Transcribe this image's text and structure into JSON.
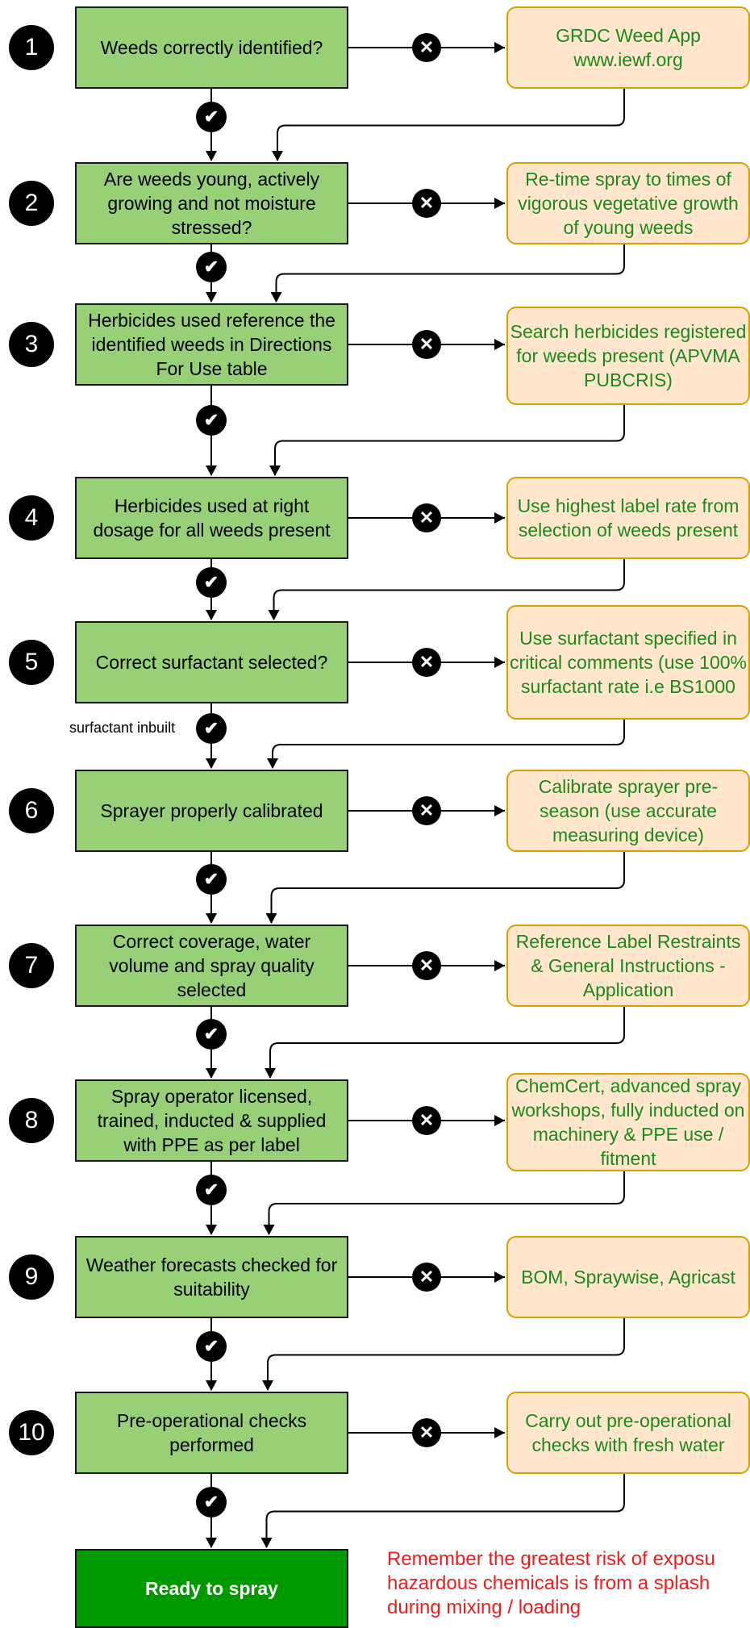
{
  "colors": {
    "step_fill": "#97d077",
    "action_fill": "#ffe6cc",
    "action_border": "#d6a000",
    "action_text": "#1b8a1b",
    "final_fill": "#009900",
    "warning_text": "#ee1c1c"
  },
  "steps": [
    {
      "number": "1",
      "question": "Weeds correctly identified?",
      "action": "GRDC Weed App www.iewf.org",
      "check_label": ""
    },
    {
      "number": "2",
      "question": "Are weeds young, actively growing and not moisture stressed?",
      "action": "Re-time spray to times of vigorous vegetative growth of young weeds",
      "check_label": ""
    },
    {
      "number": "3",
      "question": "Herbicides used reference the identified weeds in Directions For Use table",
      "action": "Search herbicides registered for weeds present (APVMA PUBCRIS)",
      "check_label": ""
    },
    {
      "number": "4",
      "question": "Herbicides used at right dosage for all weeds present",
      "action": "Use highest label rate from selection of weeds present",
      "check_label": ""
    },
    {
      "number": "5",
      "question": "Correct surfactant selected?",
      "action": "Use surfactant specified in critical comments (use 100% surfactant rate i.e BS1000",
      "check_label": "surfactant inbuilt"
    },
    {
      "number": "6",
      "question": "Sprayer properly calibrated",
      "action": "Calibrate sprayer pre-season (use accurate measuring device)",
      "check_label": ""
    },
    {
      "number": "7",
      "question": "Correct coverage, water volume and spray quality selected",
      "action": "Reference Label Restraints & General Instructions - Application",
      "check_label": ""
    },
    {
      "number": "8",
      "question": "Spray operator licensed, trained, inducted & supplied with PPE as per label",
      "action": "ChemCert, advanced spray workshops, fully inducted on machinery & PPE use / fitment",
      "check_label": ""
    },
    {
      "number": "9",
      "question": "Weather forecasts checked for suitability",
      "action": "BOM, Spraywise, Agricast",
      "check_label": ""
    },
    {
      "number": "10",
      "question": "Pre-operational checks performed",
      "action": "Carry out pre-operational checks with fresh water",
      "check_label": ""
    }
  ],
  "final": {
    "label": "Ready to spray"
  },
  "warning": {
    "line1": "Remember the greatest risk of exposu",
    "line2": "hazardous chemicals is from a splash",
    "line3": "during mixing / loading"
  }
}
